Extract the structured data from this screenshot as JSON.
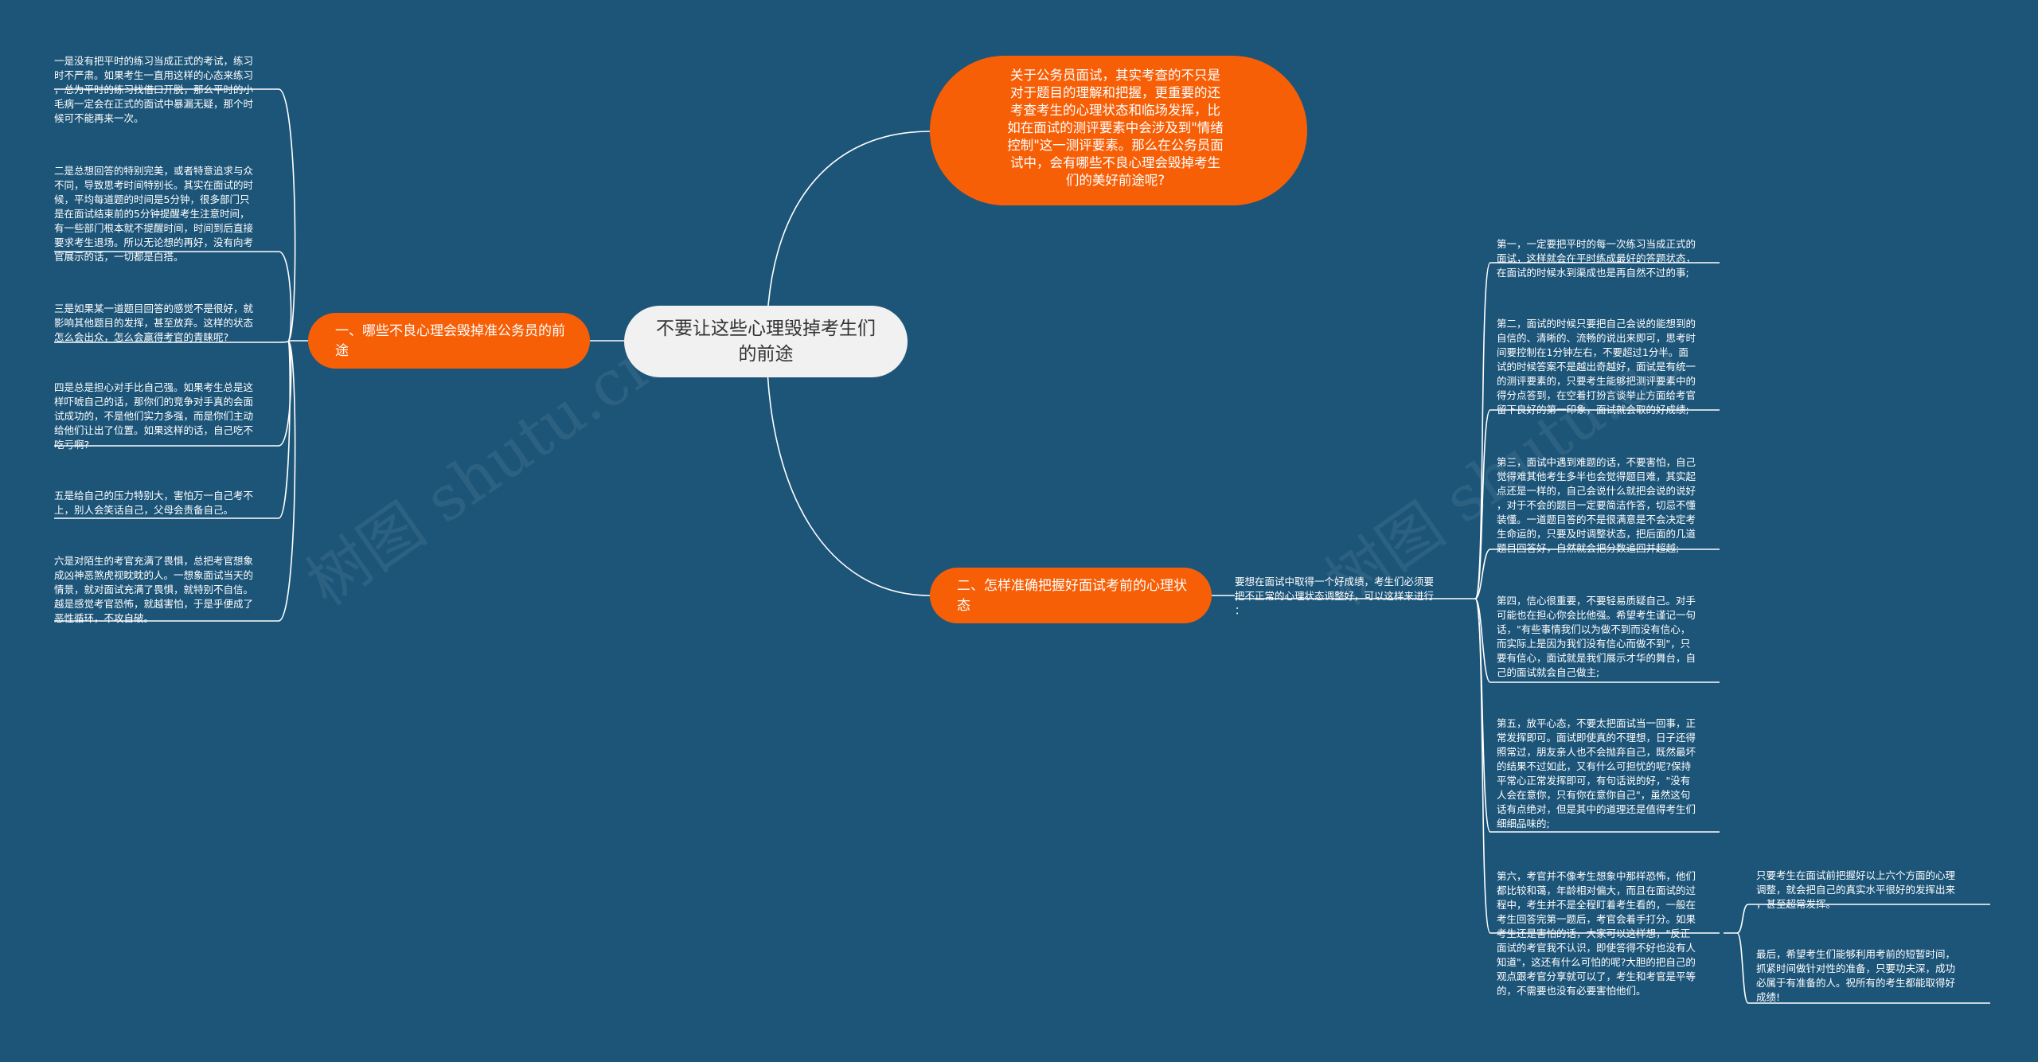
{
  "watermark": "树图 shutu.cn",
  "central_topic": "不要让这些心理毁掉考生们的前途",
  "intro_node": "关于公务员面试，其实考查的不只是对于题目的理解和把握，更重要的还考查考生的心理状态和临场发挥，比如在面试的测评要素中会涉及到\"情绪控制\"这一测评要素。那么在公务员面试中，会有哪些不良心理会毁掉考生们的美好前途呢?",
  "branch_left": {
    "label": "一、哪些不良心理会毁掉准公务员的前途",
    "items": [
      "一是没有把平时的练习当成正式的考试，练习\n时不严肃。如果考生一直用这样的心态来练习\n，总为平时的练习找借口开脱，那么平时的小\n毛病一定会在正式的面试中暴漏无疑，那个时\n候可不能再来一次。",
      "二是总想回答的特别完美，或者特意追求与众\n不同，导致思考时间特别长。其实在面试的时\n候，平均每道题的时间是5分钟，很多部门只\n是在面试结束前的5分钟提醒考生注意时间，\n有一些部门根本就不提醒时间，时间到后直接\n要求考生退场。所以无论想的再好，没有向考\n官展示的话，一切都是白搭。",
      "三是如果某一道题目回答的感觉不是很好，就\n影响其他题目的发挥，甚至放弃。这样的状态\n怎么会出众，怎么会赢得考官的青睐呢?",
      "四是总是担心对手比自己强。如果考生总是这\n样吓唬自己的话，那你们的竞争对手真的会面\n试成功的，不是他们实力多强，而是你们主动\n给他们让出了位置。如果这样的话，自己吃不\n吃亏啊?",
      "五是给自己的压力特别大，害怕万一自己考不\n上，别人会笑话自己，父母会责备自己。",
      "六是对陌生的考官充满了畏惧，总把考官想象\n成凶神恶煞虎视眈眈的人。一想象面试当天的\n情景，就对面试充满了畏惧，就特别不自信。\n越是感觉考官恐怖，就越害怕，于是乎便成了\n恶性循环，不攻自破。"
    ]
  },
  "branch_right": {
    "label": "二、怎样准确把握好面试考前的心理状态",
    "intro": "要想在面试中取得一个好成绩，考生们必须要\n把不正常的心理状态调整好，可以这样来进行\n：",
    "items": [
      "第一，一定要把平时的每一次练习当成正式的\n面试，这样就会在平时练成最好的答题状态，\n在面试的时候水到渠成也是再自然不过的事;",
      "第二，面试的时候只要把自己会说的能想到的\n自信的、清晰的、流畅的说出来即可，思考时\n间要控制在1分钟左右，不要超过1分半。面\n试的时候答案不是越出奇越好，面试是有统一\n的测评要素的，只要考生能够把测评要素中的\n得分点答到，在空着打扮言谈举止方面给考官\n留下良好的第一印象，面试就会取的好成绩;",
      "第三，面试中遇到难题的话，不要害怕，自己\n觉得难其他考生多半也会觉得题目难，其实起\n点还是一样的，自己会说什么就把会说的说好\n，对于不会的题目一定要简洁作答，切忌不懂\n装懂。一道题目答的不是很满意是不会决定考\n生命运的，只要及时调整状态，把后面的几道\n题目回答好，自然就会把分数追回并超越;",
      "第四，信心很重要，不要轻易质疑自己。对手\n可能也在担心你会比他强。希望考生谨记一句\n话，\"有些事情我们以为做不到而没有信心，\n而实际上是因为我们没有信心而做不到\"，只\n要有信心，面试就是我们展示才华的舞台，自\n己的面试就会自己做主;",
      "第五，放平心态，不要太把面试当一回事，正\n常发挥即可。面试即使真的不理想，日子还得\n照常过，朋友亲人也不会抛弃自己，既然最坏\n的结果不过如此，又有什么可担忧的呢?保持\n平常心正常发挥即可，有句话说的好，\"没有\n人会在意你，只有你在意你自己\"，虽然这句\n话有点绝对，但是其中的道理还是值得考生们\n细细品味的;",
      "第六，考官并不像考生想象中那样恐怖，他们\n都比较和蔼，年龄相对偏大，而且在面试的过\n程中，考生并不是全程盯着考生看的，一般在\n考生回答完第一题后，考官会着手打分。如果\n考生还是害怕的话，大家可以这样想，\"反正\n面试的考官我不认识，即使答得不好也没有人\n知道\"，这还有什么可怕的呢?大胆的把自己的\n观点跟考官分享就可以了，考生和考官是平等\n的，不需要也没有必要害怕他们。"
    ],
    "sub_items": [
      "只要考生在面试前把握好以上六个方面的心理\n调整，就会把自己的真实水平很好的发挥出来\n，甚至超常发挥。",
      "最后，希望考生们能够利用考前的短暂时间，\n抓紧时间做针对性的准备，只要功夫深，成功\n必属于有准备的人。祝所有的考生都能取得好\n成绩!"
    ]
  },
  "colors": {
    "background": "#1d5579",
    "branch": "#f75f07",
    "central": "#f1f1f1",
    "line": "#ffffff"
  }
}
